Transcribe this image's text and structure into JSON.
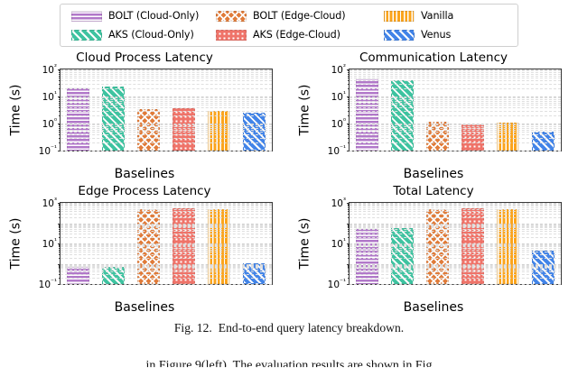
{
  "figure": {
    "caption_label": "Fig. 12.",
    "caption_text": "End-to-end query latency breakdown.",
    "body_fragment": "in Figure 9(left). The evaluation results are shown in Fig"
  },
  "legend": {
    "entries": [
      {
        "label": "BOLT (Cloud-Only)",
        "color": "#A濃",
        "hatch": "horizontal"
      },
      {
        "label": "AKS (Cloud-Only)",
        "hatch": "diagonal"
      },
      {
        "label": "BOLT (Edge-Cloud)",
        "hatch": "crosshatch"
      },
      {
        "label": "AKS (Edge-Cloud)",
        "hatch": "dots"
      },
      {
        "label": "Vanilla",
        "hatch": "vertical"
      },
      {
        "label": "Venus",
        "hatch": "diagonal"
      }
    ]
  },
  "series_colors": {
    "bolt_cloud_only": "#b178c9",
    "aks_cloud_only": "#3ec3a0",
    "bolt_edge_cloud": "#e07b39",
    "aks_edge_cloud": "#ef7369",
    "vanilla": "#fba41c",
    "venus": "#4284e8"
  },
  "axis_labels": {
    "x": "Baselines",
    "y": "Time (s)"
  },
  "chart_data": [
    {
      "type": "bar",
      "title": "Cloud Process Latency",
      "xlabel": "Baselines",
      "ylabel": "Time (s)",
      "yscale": "log",
      "ylim": [
        0.1,
        100
      ],
      "ytick_labels": [
        "10⁻¹",
        "10⁰",
        "10¹",
        "10²"
      ],
      "grid": true,
      "categories": [
        "BOLT (Cloud-Only)",
        "AKS (Cloud-Only)",
        "BOLT (Edge-Cloud)",
        "AKS (Edge-Cloud)",
        "Vanilla",
        "Venus"
      ],
      "values": [
        22,
        24,
        3.5,
        3.8,
        2.9,
        2.6
      ]
    },
    {
      "type": "bar",
      "title": "Communication Latency",
      "xlabel": "Baselines",
      "ylabel": "Time (s)",
      "yscale": "log",
      "ylim": [
        0.1,
        100
      ],
      "ytick_labels": [
        "10⁻¹",
        "10⁰",
        "10¹",
        "10²"
      ],
      "grid": true,
      "categories": [
        "BOLT (Cloud-Only)",
        "AKS (Cloud-Only)",
        "BOLT (Edge-Cloud)",
        "AKS (Edge-Cloud)",
        "Vanilla",
        "Venus"
      ],
      "values": [
        45,
        40,
        1.2,
        0.95,
        1.05,
        0.5
      ]
    },
    {
      "type": "bar",
      "title": "Edge Process Latency",
      "xlabel": "Baselines",
      "ylabel": "Time (s)",
      "yscale": "log",
      "ylim": [
        0.1,
        1000
      ],
      "ytick_labels": [
        "10⁻¹",
        "10¹",
        "10³"
      ],
      "grid": true,
      "categories": [
        "BOLT (Cloud-Only)",
        "AKS (Cloud-Only)",
        "BOLT (Edge-Cloud)",
        "AKS (Edge-Cloud)",
        "Vanilla",
        "Venus"
      ],
      "values": [
        0.75,
        0.72,
        500,
        530,
        490,
        1.1
      ]
    },
    {
      "type": "bar",
      "title": "Total Latency",
      "xlabel": "Baselines",
      "ylabel": "Time (s)",
      "yscale": "log",
      "ylim": [
        0.1,
        1000
      ],
      "ytick_labels": [
        "10⁻¹",
        "10¹",
        "10³"
      ],
      "grid": true,
      "categories": [
        "BOLT (Cloud-Only)",
        "AKS (Cloud-Only)",
        "BOLT (Edge-Cloud)",
        "AKS (Edge-Cloud)",
        "Vanilla",
        "Venus"
      ],
      "values": [
        55,
        58,
        500,
        540,
        480,
        4.5
      ]
    }
  ]
}
